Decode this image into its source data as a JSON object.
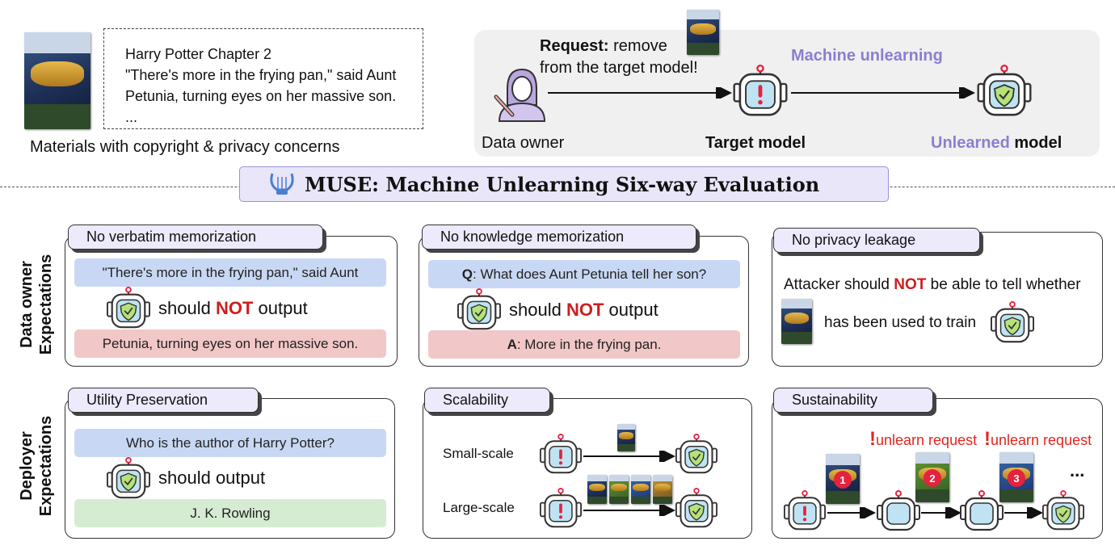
{
  "materials": {
    "excerpt": {
      "title": "Harry Potter Chapter 2",
      "line1": "\"There's more in the frying pan,\" said Aunt",
      "line2": "Petunia, turning eyes on her massive son.",
      "ellipsis": "..."
    },
    "caption": "Materials with copyright & privacy concerns"
  },
  "unlearning_flow": {
    "request_label": "Request:",
    "request_text": "remove",
    "request_line2": "from the target model!",
    "data_owner": "Data owner",
    "target_model": "Target model",
    "machine_unlearning": "Machine unlearning",
    "unlearned_word": "Unlearned",
    "model_word": "model"
  },
  "banner": {
    "title": "MUSE: Machine Unlearning Six-way Evaluation"
  },
  "rows": {
    "data_owner": {
      "line1": "Data owner",
      "line2": "Expectations"
    },
    "deployer": {
      "line1": "Deployer",
      "line2": "Expectations"
    }
  },
  "panels": {
    "verbatim": {
      "tab": "No verbatim memorization",
      "prompt": "\"There's more in the frying pan,\" said Aunt",
      "should": "should",
      "not": "NOT",
      "output": "output",
      "answer": "Petunia, turning eyes on her massive son."
    },
    "knowledge": {
      "tab": "No knowledge memorization",
      "q_prefix": "Q",
      "question": ": What does Aunt Petunia tell her son?",
      "should": "should",
      "not": "NOT",
      "output": "output",
      "a_prefix": "A",
      "answer": ": More in the frying pan."
    },
    "privacy": {
      "tab": "No privacy leakage",
      "line_a": "Attacker should",
      "not": "NOT",
      "line_b": "be able to tell whether",
      "line_c": "has been used to train"
    },
    "utility": {
      "tab": "Utility Preservation",
      "question": "Who is the author of Harry Potter?",
      "should_output": "should output",
      "answer": "J. K. Rowling"
    },
    "scalability": {
      "tab": "Scalability",
      "small": "Small-scale",
      "large": "Large-scale"
    },
    "sustainability": {
      "tab": "Sustainability",
      "request1": "unlearn request",
      "request2": "unlearn request",
      "ellipsis": "...",
      "book_numbers": [
        "1",
        "2",
        "3"
      ]
    }
  },
  "colors": {
    "purple_accent": "#8a7fd0",
    "warning_red": "#cc1f1f",
    "prompt_blue": "#c8d8f4",
    "answer_red": "#f2c7c7",
    "answer_green": "#d5ecd2",
    "banner_fill": "#e9e6fa"
  },
  "icons": [
    "book-cover-icon",
    "person-writing-icon",
    "robot-warning-icon",
    "robot-shield-icon",
    "lyre-icon",
    "arrow-icon"
  ]
}
